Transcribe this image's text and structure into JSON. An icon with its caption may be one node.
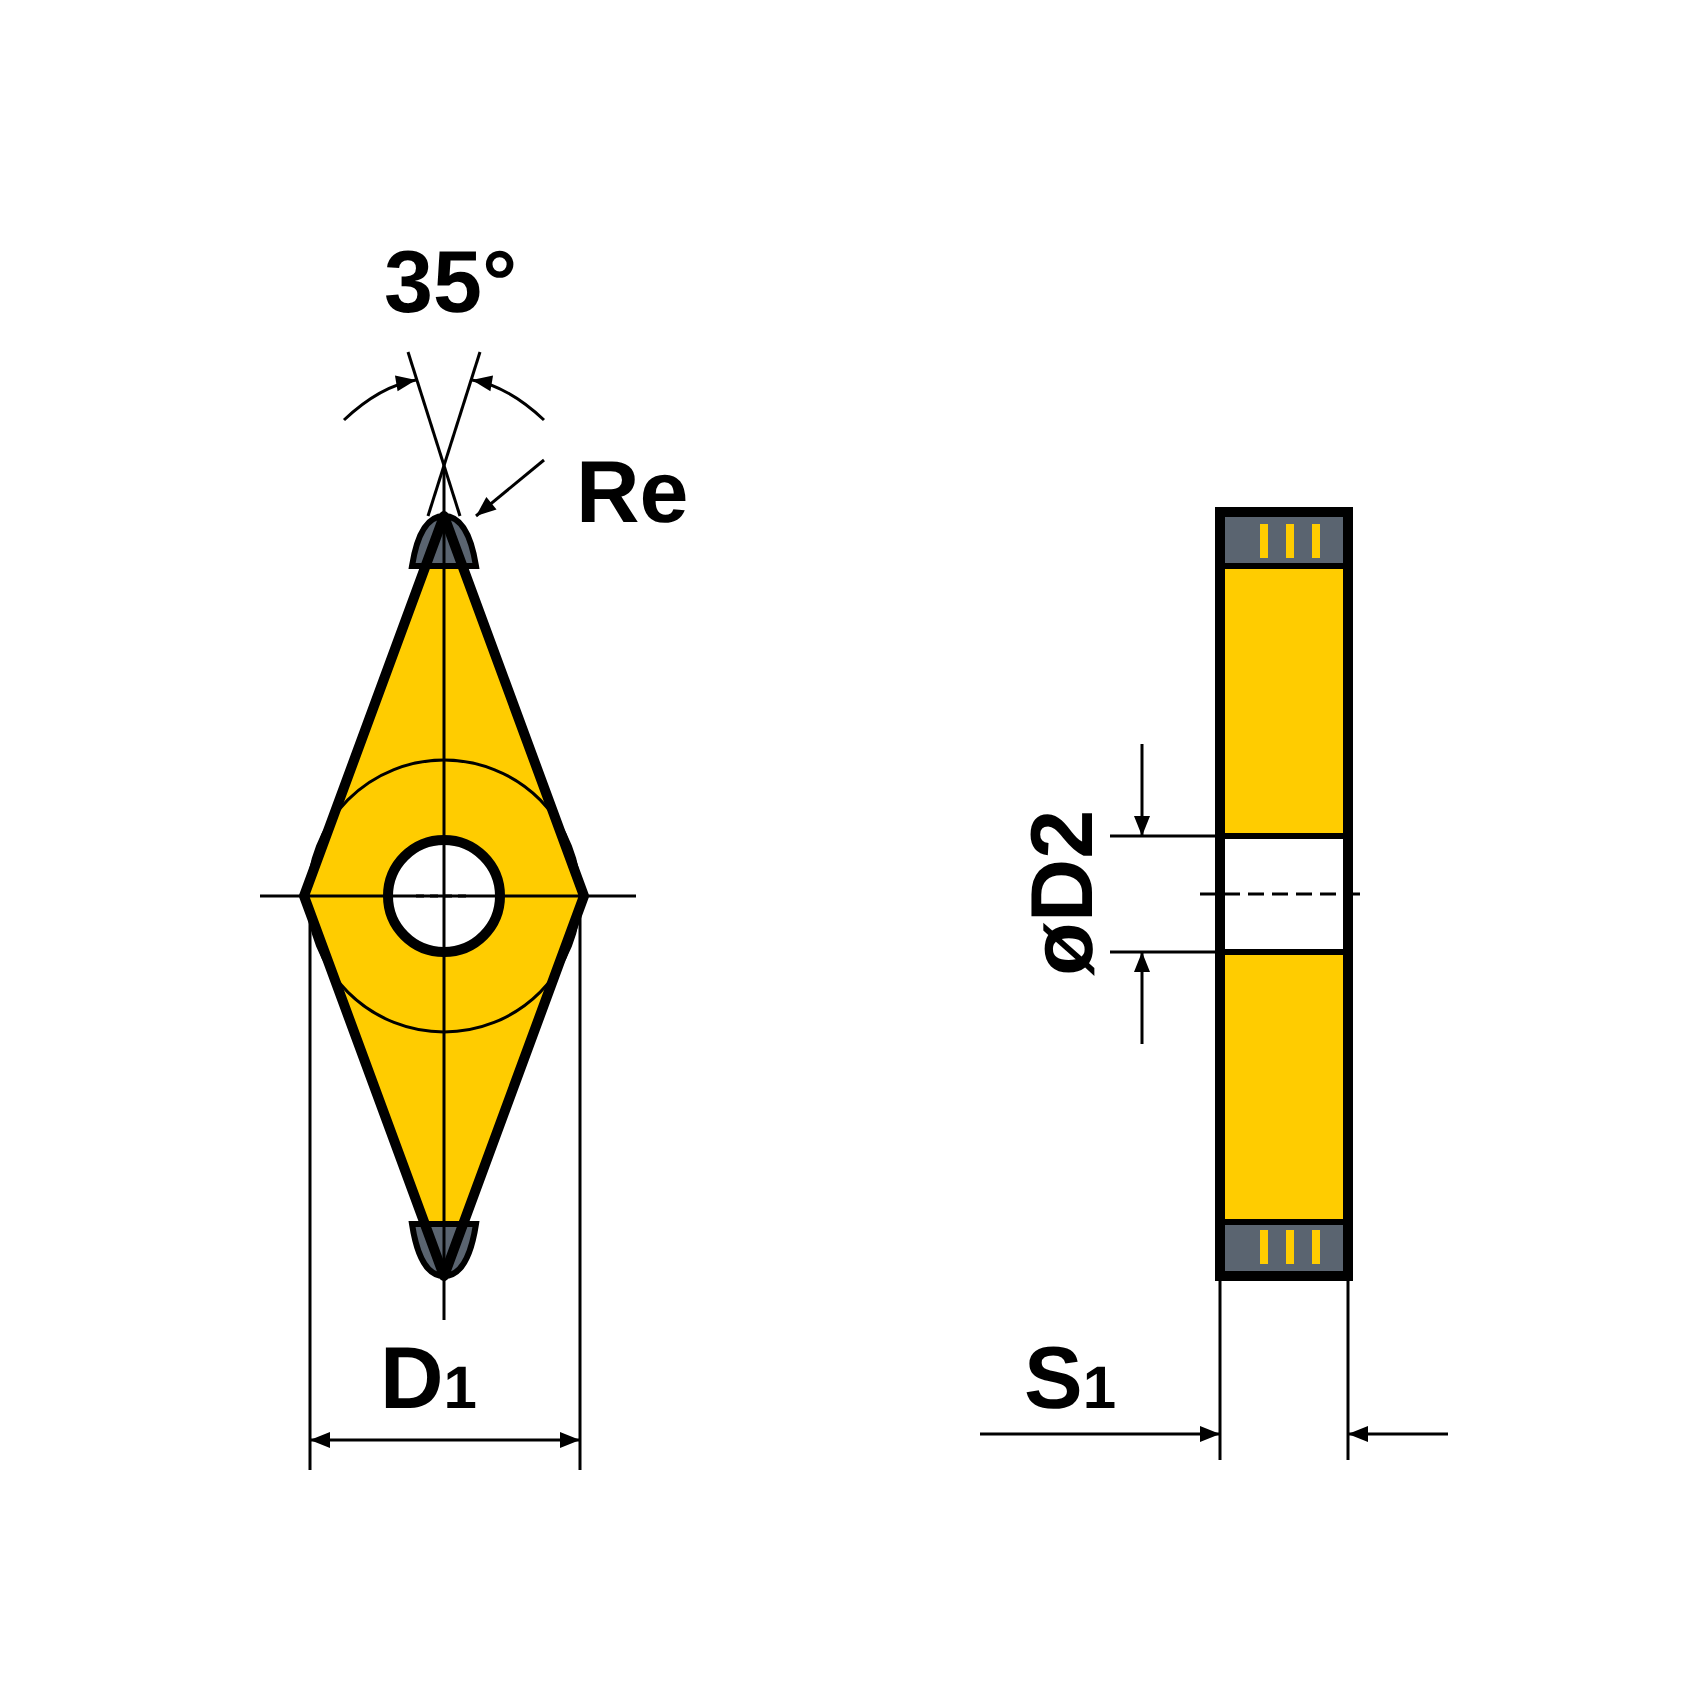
{
  "diagram": {
    "labels": [
      "35°",
      "Re",
      "D$_{1}$",
      "øD2",
      "S$_{1}$"
    ]
  }
}
